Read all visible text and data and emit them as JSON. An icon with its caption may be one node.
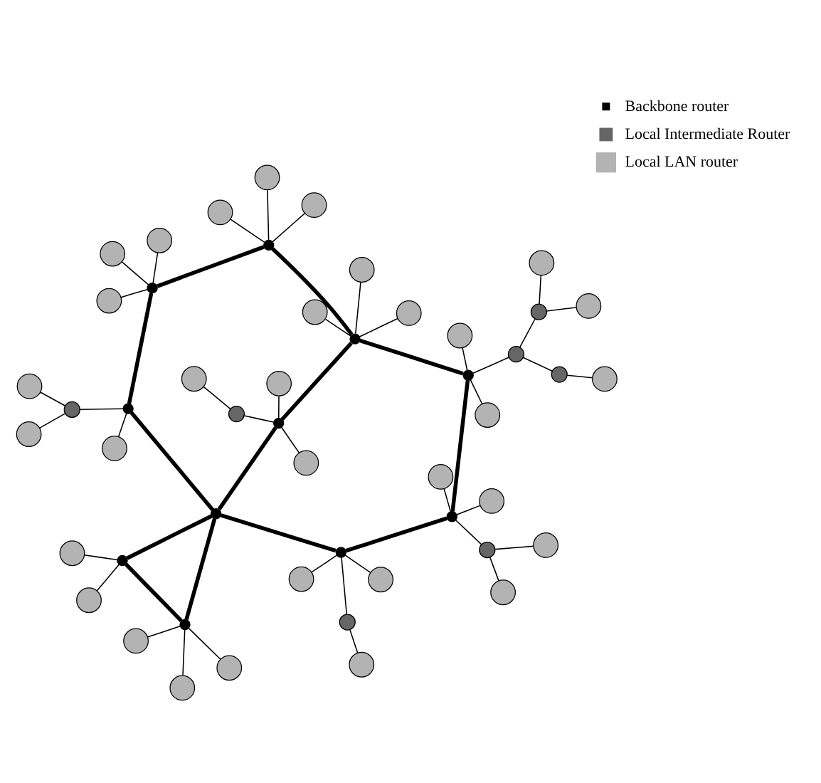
{
  "diagram": {
    "nodes": [
      {
        "text": [],
        "shape": "circle"
      },
      {
        "text": [],
        "shape": "circle"
      },
      {
        "text": [],
        "shape": "circle"
      },
      {
        "text": [],
        "shape": "circle"
      },
      {
        "text": [],
        "shape": "circle"
      },
      {
        "text": [],
        "shape": "circle"
      },
      {
        "text": [],
        "shape": "circle"
      },
      {
        "text": [],
        "shape": "circle"
      },
      {
        "text": [],
        "shape": "circle"
      },
      {
        "text": [],
        "shape": "circle"
      },
      {
        "text": [],
        "shape": "circle"
      },
      {
        "text": [],
        "shape": "circle"
      },
      {
        "text": [],
        "shape": "circle"
      },
      {
        "text": [],
        "shape": "circle"
      },
      {
        "text": [],
        "shape": "circle"
      },
      {
        "text": [],
        "shape": "circle"
      },
      {
        "text": [],
        "shape": "circle"
      },
      {
        "text": [],
        "shape": "circle"
      },
      {
        "text": [],
        "shape": "circle"
      },
      {
        "text": [],
        "shape": "circle"
      },
      {
        "text": [],
        "shape": "circle"
      },
      {
        "text": [],
        "shape": "circle"
      },
      {
        "text": [],
        "shape": "circle"
      },
      {
        "text": [],
        "shape": "circle"
      },
      {
        "text": [],
        "shape": "circle"
      },
      {
        "text": [],
        "shape": "circle"
      },
      {
        "text": [],
        "shape": "circle"
      },
      {
        "text": [],
        "shape": "circle"
      },
      {
        "text": [],
        "shape": "circle"
      },
      {
        "text": [],
        "shape": "circle"
      },
      {
        "text": [],
        "shape": "circle"
      },
      {
        "text": [],
        "shape": "circle"
      },
      {
        "text": [],
        "shape": "circle"
      },
      {
        "text": [],
        "shape": "circle"
      },
      {
        "text": [],
        "shape": "circle"
      },
      {
        "text": [],
        "shape": "circle"
      },
      {
        "text": [],
        "shape": "circle"
      },
      {
        "text": [],
        "shape": "circle"
      },
      {
        "text": [],
        "shape": "circle"
      },
      {
        "text": [],
        "shape": "circle"
      },
      {
        "text": [],
        "shape": "circle"
      },
      {
        "text": [],
        "shape": "circle"
      },
      {
        "text": [],
        "shape": "circle"
      },
      {
        "text": [],
        "shape": "circle"
      },
      {
        "text": [],
        "shape": "circle"
      },
      {
        "text": [],
        "shape": "circle"
      },
      {
        "text": [],
        "shape": "circle"
      },
      {
        "text": [],
        "shape": "circle"
      },
      {
        "text": [],
        "shape": "circle"
      },
      {
        "text": [],
        "shape": "circle"
      }
    ],
    "edges": [
      {
        "from": 11,
        "to": 10,
        "arrow": "none",
        "style": "thick"
      },
      {
        "from": 10,
        "to": 13,
        "arrow": "none",
        "style": "thick"
      },
      {
        "from": 11,
        "to": 17,
        "arrow": "none",
        "style": "thick"
      },
      {
        "from": 17,
        "to": 27,
        "arrow": "none",
        "style": "thick"
      },
      {
        "from": 27,
        "to": 22,
        "arrow": "none",
        "style": "thick"
      },
      {
        "from": 22,
        "to": 13,
        "arrow": "none",
        "style": "thick"
      },
      {
        "from": 13,
        "to": 9,
        "arrow": "none",
        "style": "thick"
      },
      {
        "from": 13,
        "to": 20,
        "arrow": "none",
        "style": "thick"
      },
      {
        "from": 9,
        "to": 20,
        "arrow": "none",
        "style": "thick"
      },
      {
        "from": 13,
        "to": 26,
        "arrow": "none",
        "style": "thick"
      },
      {
        "from": 26,
        "to": 35,
        "arrow": "none",
        "style": "thick"
      },
      {
        "from": 27,
        "to": 36,
        "arrow": "none",
        "style": "thick"
      },
      {
        "from": 36,
        "to": 35,
        "arrow": "none",
        "style": "thick"
      },
      {
        "from": 11,
        "to": 6,
        "arrow": "none"
      },
      {
        "from": 11,
        "to": 4,
        "arrow": "none"
      },
      {
        "from": 11,
        "to": 12,
        "arrow": "none"
      },
      {
        "from": 10,
        "to": 3,
        "arrow": "none"
      },
      {
        "from": 10,
        "to": 7,
        "arrow": "none"
      },
      {
        "from": 7,
        "to": 1,
        "arrow": "none"
      },
      {
        "from": 7,
        "to": 5,
        "arrow": "none"
      },
      {
        "from": 9,
        "to": 0,
        "arrow": "none"
      },
      {
        "from": 9,
        "to": 2,
        "arrow": "none"
      },
      {
        "from": 9,
        "to": 8,
        "arrow": "none"
      },
      {
        "from": 20,
        "to": 25,
        "arrow": "none"
      },
      {
        "from": 20,
        "to": 23,
        "arrow": "none"
      },
      {
        "from": 17,
        "to": 16,
        "arrow": "none"
      },
      {
        "from": 17,
        "to": 24,
        "arrow": "none"
      },
      {
        "from": 17,
        "to": 29,
        "arrow": "none"
      },
      {
        "from": 27,
        "to": 15,
        "arrow": "none"
      },
      {
        "from": 27,
        "to": 18,
        "arrow": "none"
      },
      {
        "from": 27,
        "to": 21,
        "arrow": "none"
      },
      {
        "from": 22,
        "to": 19,
        "arrow": "none"
      },
      {
        "from": 19,
        "to": 14,
        "arrow": "none"
      },
      {
        "from": 22,
        "to": 31,
        "arrow": "none"
      },
      {
        "from": 22,
        "to": 30,
        "arrow": "none"
      },
      {
        "from": 26,
        "to": 28,
        "arrow": "none"
      },
      {
        "from": 26,
        "to": 33,
        "arrow": "none"
      },
      {
        "from": 26,
        "to": 32,
        "arrow": "none"
      },
      {
        "from": 32,
        "to": 34,
        "arrow": "none"
      },
      {
        "from": 35,
        "to": 37,
        "arrow": "none"
      },
      {
        "from": 37,
        "to": 38,
        "arrow": "none"
      },
      {
        "from": 37,
        "to": 46,
        "arrow": "none"
      },
      {
        "from": 35,
        "to": 43,
        "arrow": "none"
      },
      {
        "from": 35,
        "to": 47,
        "arrow": "none"
      },
      {
        "from": 36,
        "to": 39,
        "arrow": "none"
      },
      {
        "from": 36,
        "to": 42,
        "arrow": "none"
      },
      {
        "from": 36,
        "to": 40,
        "arrow": "none"
      },
      {
        "from": 40,
        "to": 45,
        "arrow": "none"
      },
      {
        "from": 45,
        "to": 49,
        "arrow": "none"
      },
      {
        "from": 40,
        "to": 41,
        "arrow": "none"
      },
      {
        "from": 41,
        "to": 44,
        "arrow": "none"
      },
      {
        "from": 45,
        "to": 48,
        "arrow": "none"
      }
    ],
    "legend": [
      {
        "text": "Backbone router"
      },
      {
        "text": "Local Intermediate Router"
      },
      {
        "text": "Local LAN router"
      }
    ]
  }
}
